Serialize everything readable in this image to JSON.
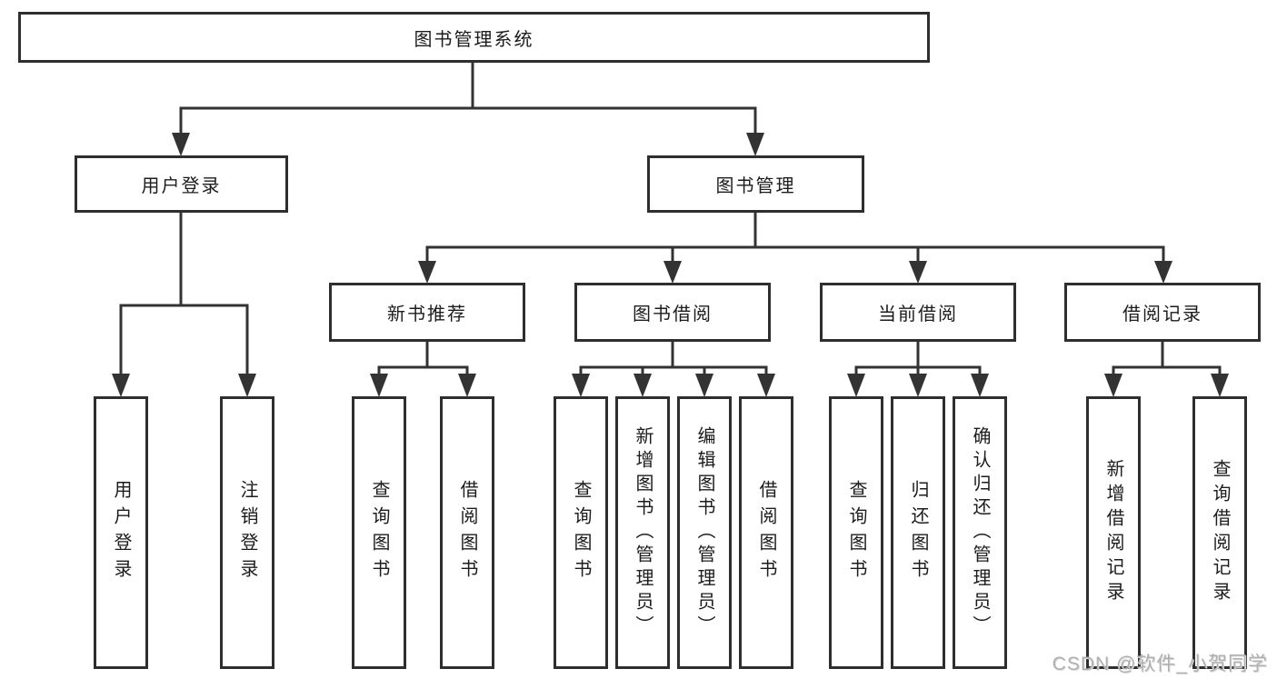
{
  "diagram": {
    "title": "图书管理系统",
    "tree": {
      "label": "图书管理系统",
      "children": [
        {
          "label": "用户登录",
          "children": [
            {
              "label": "用户登录"
            },
            {
              "label": "注销登录"
            }
          ]
        },
        {
          "label": "图书管理",
          "children": [
            {
              "label": "新书推荐",
              "children": [
                {
                  "label": "查询图书"
                },
                {
                  "label": "借阅图书"
                }
              ]
            },
            {
              "label": "图书借阅",
              "children": [
                {
                  "label": "查询图书"
                },
                {
                  "label": "新增图书（管理员）"
                },
                {
                  "label": "编辑图书（管理员）"
                },
                {
                  "label": "借阅图书"
                }
              ]
            },
            {
              "label": "当前借阅",
              "children": [
                {
                  "label": "查询图书"
                },
                {
                  "label": "归还图书"
                },
                {
                  "label": "确认归还（管理员）"
                }
              ]
            },
            {
              "label": "借阅记录",
              "children": [
                {
                  "label": "新增借阅记录"
                },
                {
                  "label": "查询借阅记录"
                }
              ]
            }
          ]
        }
      ]
    },
    "watermark": {
      "text": "CSDN @软件_小贺同学"
    },
    "colors": {
      "line": "#333333",
      "box_border": "#2e2e2e",
      "text": "#1c1c1c",
      "watermark": "#b0b0b0",
      "background": "#ffffff"
    }
  }
}
